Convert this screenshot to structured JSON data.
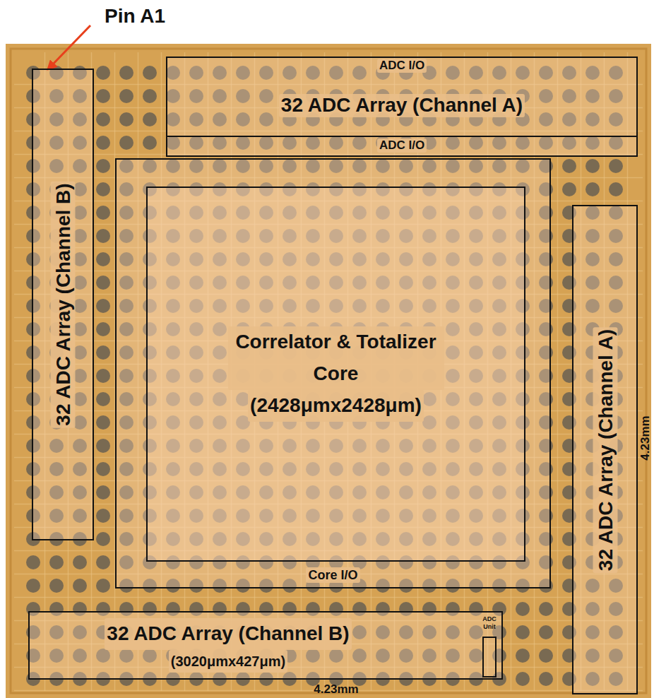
{
  "diagram": {
    "nodes": [
      {
        "text": [
          "ADC I/O",
          "32 ADC Array (Channel A)",
          "ADC I/O"
        ]
      },
      {
        "text": [
          "32 ADC Array (Channel B)"
        ]
      },
      {
        "text": [
          "Core I/O"
        ]
      },
      {
        "text": [
          "Correlator & Totalizer Core",
          "(2428μmx2428μm)"
        ],
        "in": 2
      },
      {
        "text": [
          "32 ADC Array (Channel A)"
        ]
      },
      {
        "text": [
          "32 ADC Array (Channel B)",
          "(3020μmx427μm)"
        ]
      },
      {
        "text": [
          "ADC Unit"
        ],
        "in": 5
      }
    ],
    "labels": [
      "Pin A1",
      "4.23mm",
      "4.23mm"
    ]
  }
}
